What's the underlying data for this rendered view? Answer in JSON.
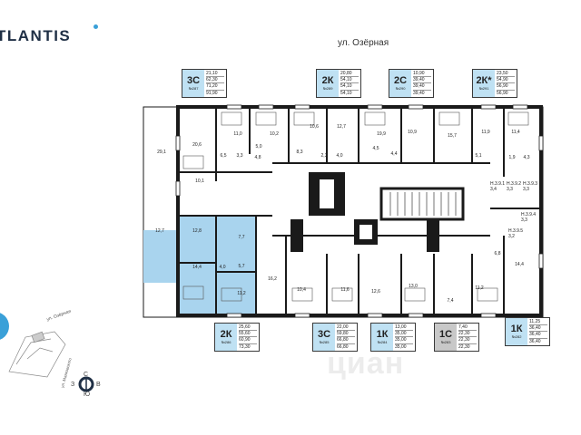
{
  "brand": {
    "logo_text": "TLANTIS",
    "accent": "#3aa0d8"
  },
  "street": "ул. Озёрная",
  "watermark": "циан",
  "colors": {
    "highlight": "#a9d4ee",
    "wall": "#1a1a1a",
    "tag_blue": "#bfe1f3",
    "tag_gray": "#c8c8c8"
  },
  "apartments_top": [
    {
      "type": "3С",
      "number": "№287",
      "values": [
        "21,10",
        "62,30",
        "71,20",
        "91,90"
      ],
      "color": "blue"
    },
    {
      "type": "2К",
      "number": "№289",
      "values": [
        "20,80",
        "54,10",
        "54,10",
        "54,10"
      ],
      "color": "blue"
    },
    {
      "type": "2С",
      "number": "№290",
      "values": [
        "10,90",
        "39,40",
        "39,40",
        "39,40"
      ],
      "color": "blue"
    },
    {
      "type": "2К*",
      "number": "№291",
      "values": [
        "23,50",
        "54,90",
        "56,90",
        "56,90"
      ],
      "color": "blue"
    }
  ],
  "apartments_bottom": [
    {
      "type": "2К",
      "number": "№286",
      "values": [
        "25,60",
        "55,60",
        "60,90",
        "73,30"
      ],
      "color": "blue"
    },
    {
      "type": "3С",
      "number": "№285",
      "values": [
        "22,00",
        "59,80",
        "66,80",
        "66,80"
      ],
      "color": "blue"
    },
    {
      "type": "1К",
      "number": "№284",
      "values": [
        "13,00",
        "35,00",
        "35,00",
        "35,00"
      ],
      "color": "blue"
    },
    {
      "type": "1С",
      "number": "№283",
      "values": [
        "7,40",
        "22,30",
        "22,30",
        "22,30"
      ],
      "color": "gray"
    },
    {
      "type": "1К",
      "number": "№282",
      "values": [
        "11,25",
        "36,40",
        "36,40",
        "36,40"
      ],
      "color": "blue"
    }
  ],
  "room_areas": [
    {
      "text": "20,6"
    },
    {
      "text": "11,0"
    },
    {
      "text": "10,2"
    },
    {
      "text": "10,6"
    },
    {
      "text": "12,7"
    },
    {
      "text": "19,9"
    },
    {
      "text": "10,9"
    },
    {
      "text": "15,7"
    },
    {
      "text": "11,9"
    },
    {
      "text": "11,4"
    },
    {
      "text": "29,1"
    },
    {
      "text": "10,1"
    },
    {
      "text": "12,7"
    },
    {
      "text": "12,8"
    },
    {
      "text": "14,4"
    },
    {
      "text": "7,7"
    },
    {
      "text": "5,7"
    },
    {
      "text": "4,0"
    },
    {
      "text": "11,2"
    },
    {
      "text": "16,2"
    },
    {
      "text": "10,4"
    },
    {
      "text": "11,6"
    },
    {
      "text": "12,6"
    },
    {
      "text": "13,0"
    },
    {
      "text": "7,4"
    },
    {
      "text": "11,2"
    },
    {
      "text": "14,4"
    },
    {
      "text": "6,8"
    },
    {
      "text": "5,0"
    },
    {
      "text": "3,3"
    },
    {
      "text": "4,8"
    },
    {
      "text": "2,3"
    },
    {
      "text": "4,0"
    },
    {
      "text": "4,5"
    },
    {
      "text": "4,4"
    },
    {
      "text": "5,1"
    },
    {
      "text": "1,9"
    },
    {
      "text": "4,3"
    },
    {
      "text": "6,5"
    },
    {
      "text": "8,3"
    }
  ],
  "storage": [
    {
      "text": "Н.3.9.1",
      "area": "3,4"
    },
    {
      "text": "Н.3.9.2",
      "area": "3,3"
    },
    {
      "text": "Н.3.9.3",
      "area": "3,3"
    },
    {
      "text": "Н.3.9.4",
      "area": "3,3"
    },
    {
      "text": "Н.3.9.5",
      "area": "3,2"
    }
  ],
  "minimap": {
    "street1": "ул. Озёрная",
    "street2": "ул. Маяковского"
  },
  "compass": {
    "n": "С",
    "s": "Ю",
    "w": "З",
    "e": "В"
  }
}
